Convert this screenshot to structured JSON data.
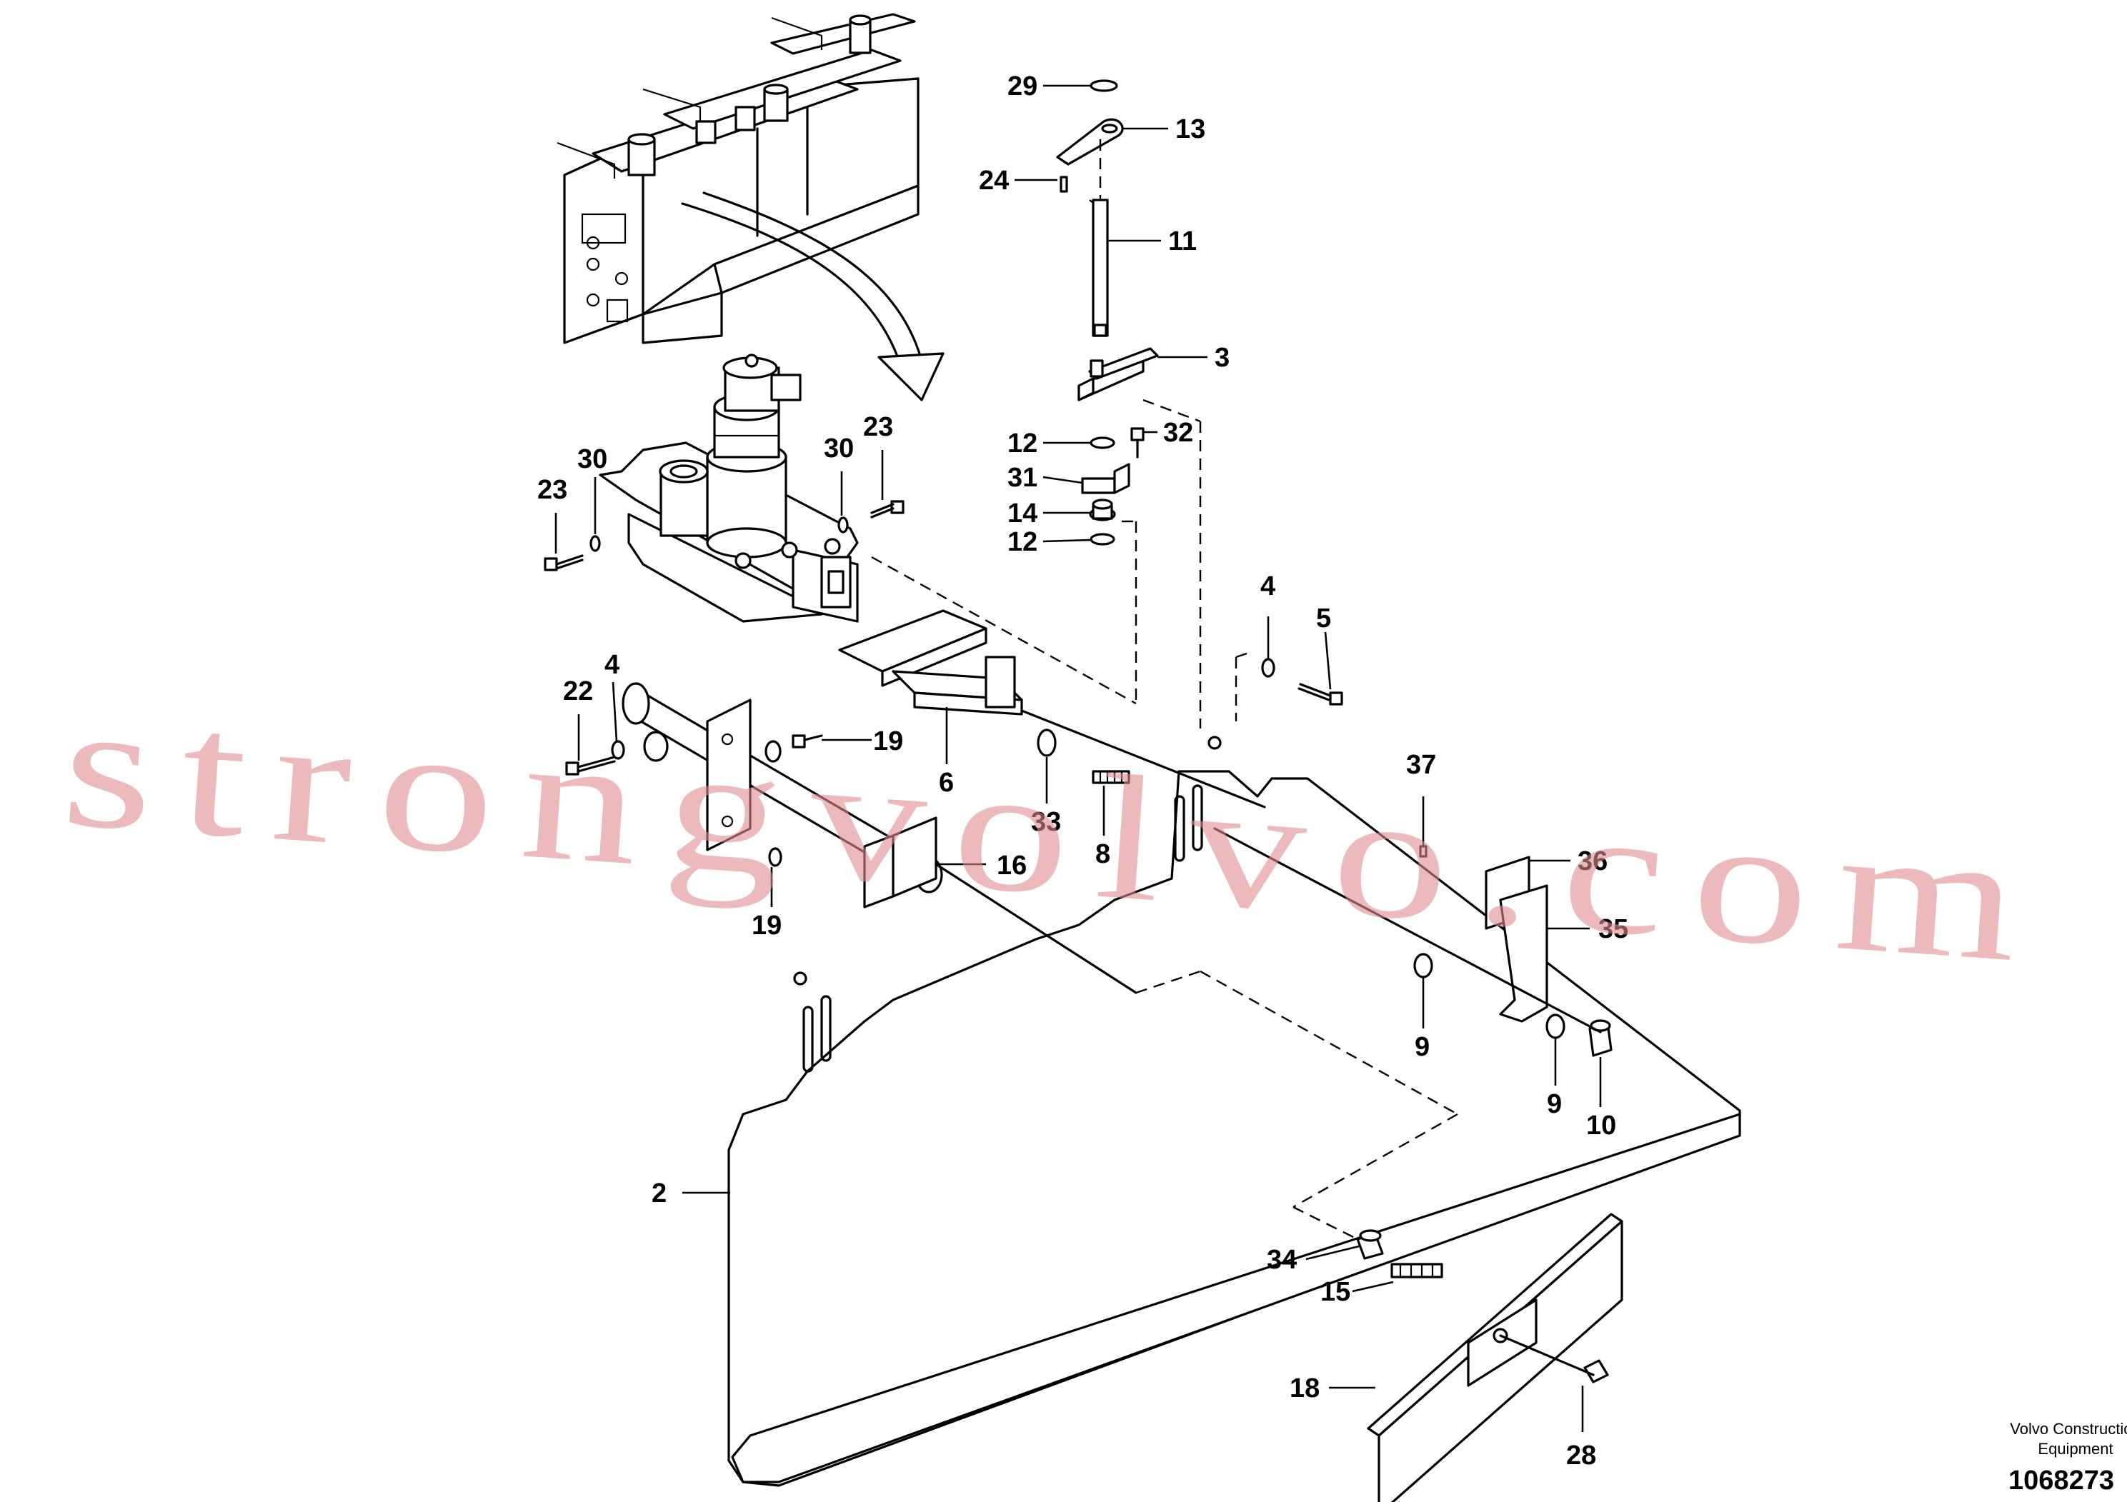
{
  "watermark": {
    "text": "strongvolvo.com",
    "color": "#e08c8c"
  },
  "callouts": {
    "c29": "29",
    "c13": "13",
    "c24": "24",
    "c11": "11",
    "c3": "3",
    "c12a": "12",
    "c32": "32",
    "c31": "31",
    "c14": "14",
    "c12b": "12",
    "c23a": "23",
    "c30a": "30",
    "c30b": "30",
    "c23b": "23",
    "c4a": "4",
    "c5": "5",
    "c22": "22",
    "c4b": "4",
    "c19a": "19",
    "c6": "6",
    "c33": "33",
    "c8": "8",
    "c16": "16",
    "c19b": "19",
    "c37": "37",
    "c36": "36",
    "c35": "35",
    "c9a": "9",
    "c9b": "9",
    "c10": "10",
    "c2": "2",
    "c34": "34",
    "c15": "15",
    "c18": "18",
    "c28": "28"
  },
  "footer": {
    "company_line1": "Volvo Construction",
    "company_line2": "Equipment",
    "drawing_number": "1068273"
  }
}
